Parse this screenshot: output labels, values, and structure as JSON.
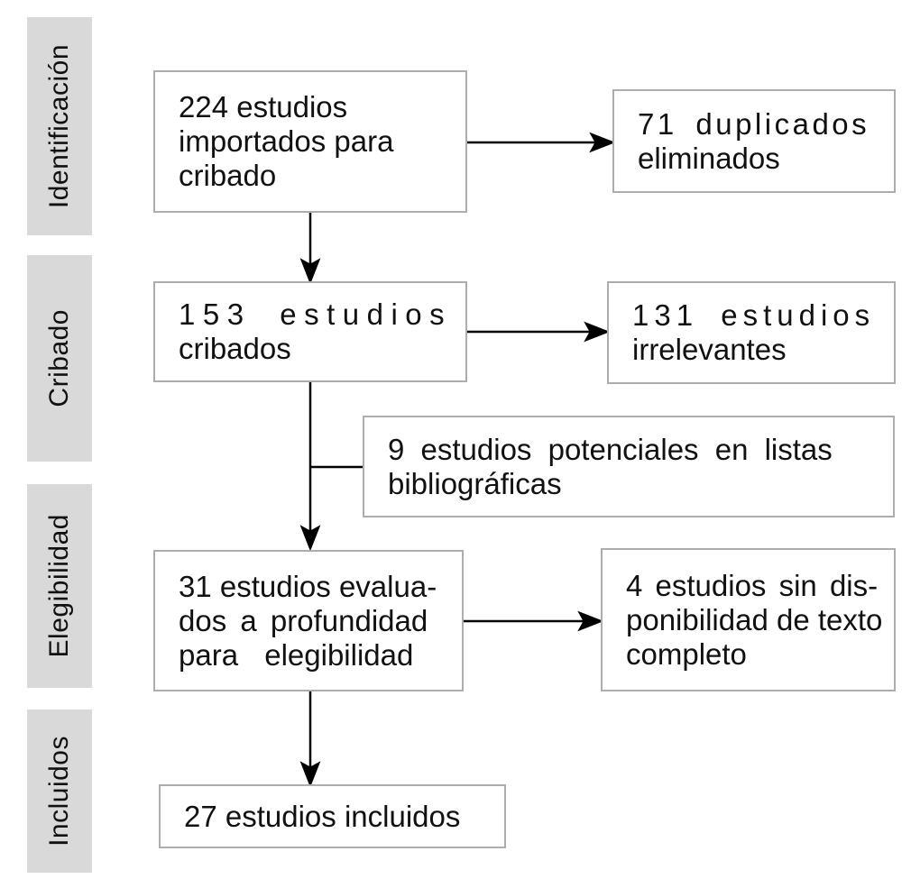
{
  "colors": {
    "background": "#ffffff",
    "box_fill": "#ffffff",
    "box_border": "#adadad",
    "stage_label_bg": "#d9d9d9",
    "arrow": "#000000",
    "text": "#111111"
  },
  "stages": {
    "identificacion": "Identificación",
    "cribado": "Cribado",
    "elegibilidad": "Elegibilidad",
    "incluidos": "Incluidos"
  },
  "boxes": {
    "imported": {
      "count": 224,
      "lines": [
        "224 estudios",
        "importados para",
        "cribado"
      ]
    },
    "duplicates": {
      "count": 71,
      "lines": [
        "71 duplicados",
        "eliminados"
      ]
    },
    "screened": {
      "count": 153,
      "lines": [
        "153 estudios",
        "cribados"
      ]
    },
    "irrelevant": {
      "count": 131,
      "lines": [
        "131 estudios",
        "irrelevantes"
      ]
    },
    "reference_lists": {
      "count": 9,
      "lines": [
        "9 estudios potenciales en listas",
        "bibliográficas"
      ]
    },
    "assessed": {
      "count": 31,
      "lines": [
        "31 estudios evalua-",
        "dos a profundidad",
        "para elegibilidad"
      ]
    },
    "no_fulltext": {
      "count": 4,
      "lines": [
        "4 estudios sin dis-",
        "ponibilidad de texto",
        "completo"
      ]
    },
    "included": {
      "count": 27,
      "lines": [
        "27 estudios incluidos"
      ]
    }
  }
}
